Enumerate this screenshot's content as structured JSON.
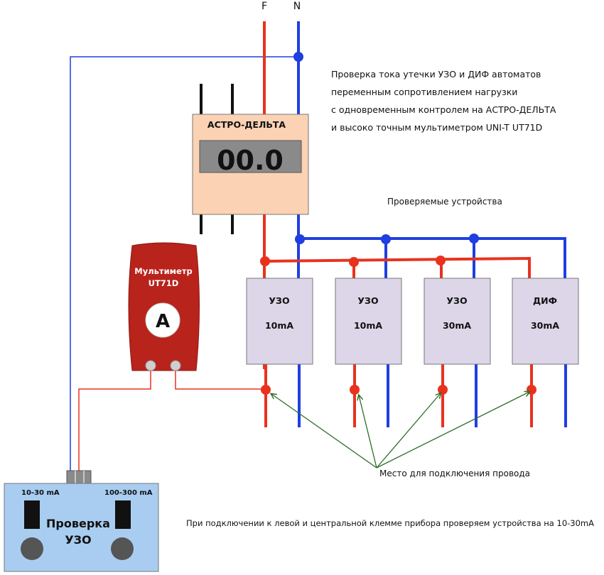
{
  "labels": {
    "phase": "F",
    "neutral": "N"
  },
  "description": [
    "Проверка тока утечки УЗО и ДИФ автоматов",
    "переменным сопротивлением нагрузки",
    "с одновременным контролем на АСТРО-ДЕЛЬТА",
    "и высоко точным мультиметром UNI-T UT71D"
  ],
  "meter": {
    "title": "АСТРО-ДЕЛЬТА",
    "display_value": "00.0"
  },
  "multimeter": {
    "title_line1": "Мультиметр",
    "title_line2": "UT71D",
    "mode": "A"
  },
  "devices_caption": "Проверяемые устройства",
  "devices": [
    {
      "type": "УЗО",
      "rating": "10mA"
    },
    {
      "type": "УЗО",
      "rating": "10mA"
    },
    {
      "type": "УЗО",
      "rating": "30mA"
    },
    {
      "type": "ДИФ",
      "rating": "30mA"
    }
  ],
  "connection_caption": "Место для подключения провода",
  "tester": {
    "title_line1": "Проверка",
    "title_line2": "УЗО",
    "range_left": "10-30 mA",
    "range_right": "100-300 mA"
  },
  "footer_note": "При подключении к левой и центральной клемме прибора проверяем устройства на 10-30mA",
  "colors": {
    "phase": "#e8321e",
    "neutral": "#1f3fe0",
    "meter_body": "#fbd2b3",
    "multimeter_body": "#b8231c",
    "device_body": "#dcd6e8",
    "tester_body": "#a9cdf1",
    "arrow": "#2e6e2a"
  }
}
